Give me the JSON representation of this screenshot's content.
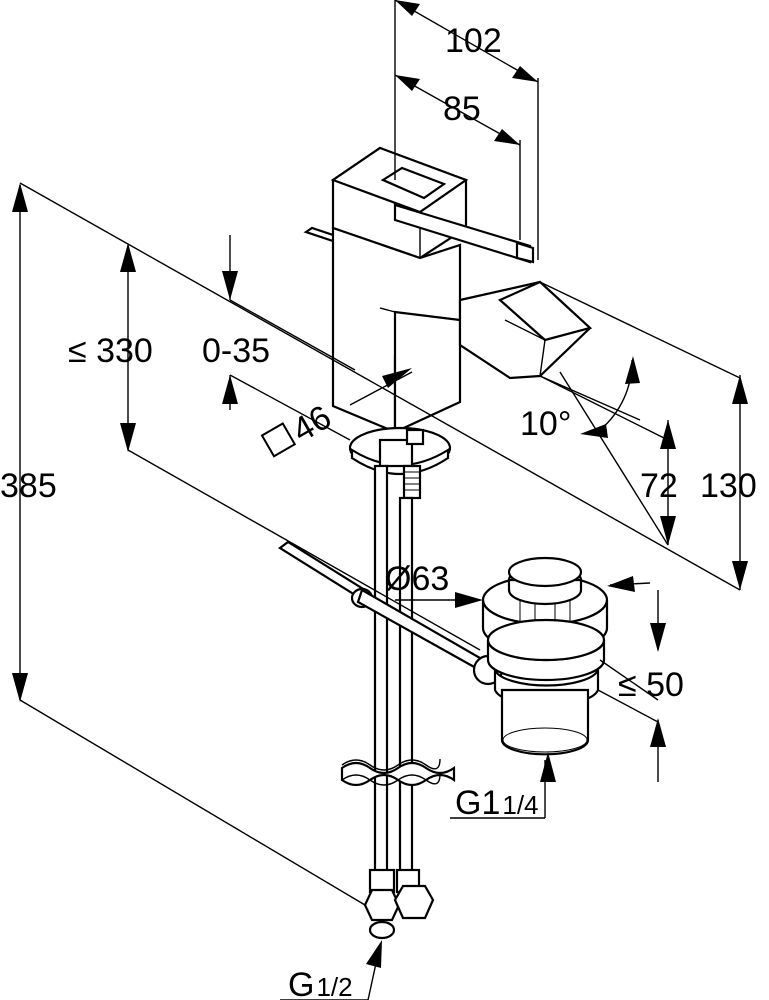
{
  "dimensions": {
    "width_total": "102",
    "width_spout": "85",
    "height_max": "≤ 330",
    "lift_range": "0-35",
    "base_square": "46",
    "angle": "10°",
    "height_72": "72",
    "height_130": "130",
    "total_height": "385",
    "waste_diameter": "Ø63",
    "waste_height": "≤ 50",
    "waste_thread_main": "G1",
    "waste_thread_sub": "1/4",
    "supply_thread_main": "G",
    "supply_thread_sub": "1/2"
  },
  "colors": {
    "line": "#000000",
    "background": "#ffffff"
  },
  "icons": {
    "base_square_symbol": "square-symbol-icon"
  }
}
